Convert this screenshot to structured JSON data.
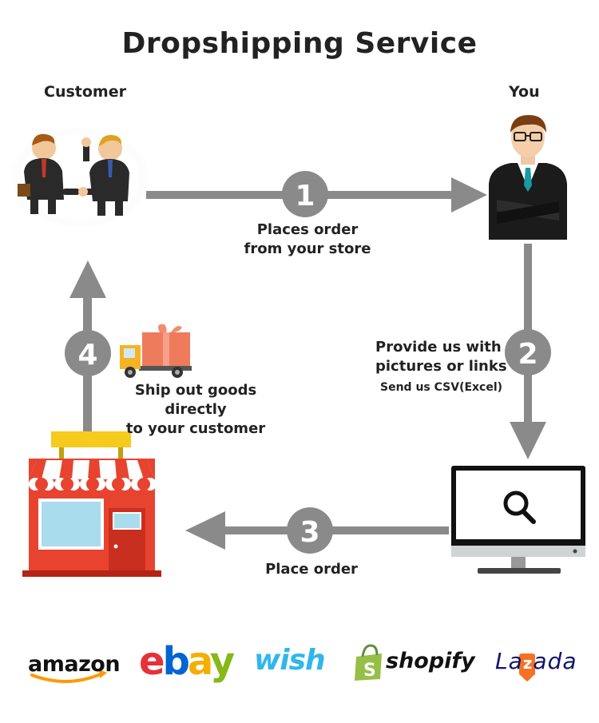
{
  "title": "Dropshipping Service",
  "roles": {
    "customer": "Customer",
    "you": "You"
  },
  "steps": [
    {
      "number": "1",
      "label_line1": "Places order",
      "label_line2": "from your store"
    },
    {
      "number": "2",
      "label_line1": "Provide us with",
      "label_line2": "pictures or links",
      "sublabel": "Send us CSV(Excel)"
    },
    {
      "number": "3",
      "label": "Place order"
    },
    {
      "number": "4",
      "label_line1": "Ship out goods directly",
      "label_line2": "to your customer"
    }
  ],
  "platforms": {
    "amazon": "amazon",
    "ebay": [
      "e",
      "b",
      "a",
      "y"
    ],
    "wish": "wish",
    "shopify": "shopify",
    "lazada": [
      "La",
      "z",
      "ada"
    ]
  },
  "colors": {
    "arrow": "#8a8a8a",
    "ebay_e": "#e53238",
    "ebay_b": "#0064d2",
    "ebay_a": "#f5af02",
    "ebay_y": "#86b817",
    "wish": "#2fb7ec",
    "shopify_green": "#95bf47",
    "lazada_navy": "#0f146d",
    "lazada_orange": "#f57224"
  },
  "icons": [
    "customers-handshake-icon",
    "businessman-icon",
    "delivery-truck-icon",
    "storefront-icon",
    "monitor-search-icon",
    "amazon-smile-icon",
    "shopify-bag-icon"
  ]
}
